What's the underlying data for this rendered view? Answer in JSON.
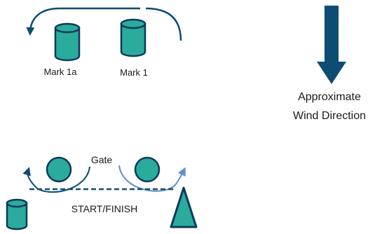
{
  "marks": {
    "mark_1a_label": "Mark 1a",
    "mark_1_label": "Mark 1"
  },
  "wind": {
    "line1": "Approximate",
    "line2": "Wind Direction"
  },
  "gate": {
    "label": "Gate"
  },
  "start_finish": {
    "label": "START/FINISH"
  },
  "colors": {
    "buoy_fill": "#2bab9b",
    "buoy_stroke": "#0b3a5c",
    "arrow_dark": "#0c4c72",
    "arrow_light": "#5f90c5",
    "wind_arrow": "#0d4d73",
    "start_line": "#124e6f"
  }
}
